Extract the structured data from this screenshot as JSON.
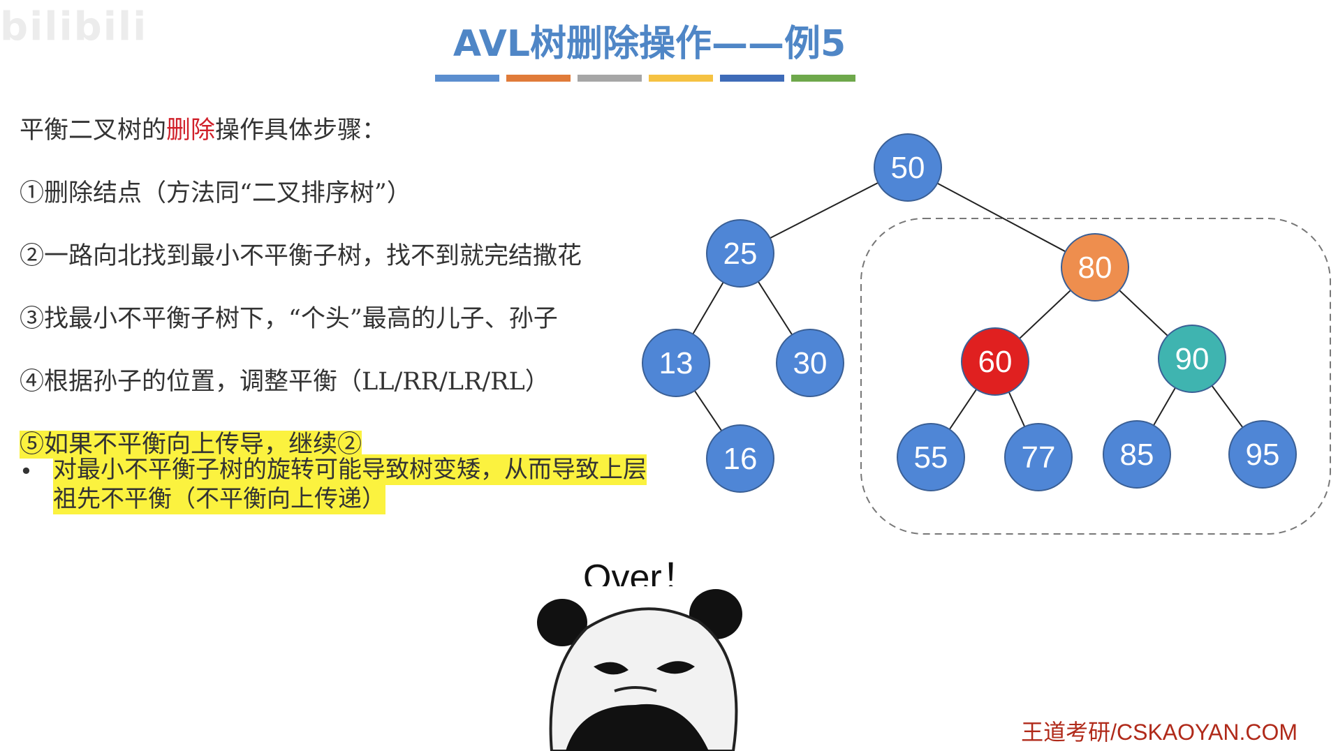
{
  "watermark": "bilibili",
  "title": "AVL树删除操作——例5",
  "title_bar_colors": [
    "#5b8ecf",
    "#e07b39",
    "#a6a6a6",
    "#f5c242",
    "#3e6bb8",
    "#6ea84b"
  ],
  "steps": {
    "intro_prefix": "平衡二叉树的",
    "intro_highlight": "删除",
    "intro_suffix": "操作具体步骤：",
    "step1": "①删除结点（方法同“二叉排序树”）",
    "step2": "②一路向北找到最小不平衡子树，找不到就完结撒花",
    "step3": "③找最小不平衡子树下，“个头”最高的儿子、孙子",
    "step4": "④根据孙子的位置，调整平衡（LL/RR/LR/RL）",
    "step5": "⑤如果不平衡向上传导，继续②",
    "note_bullet": "•",
    "note": "对最小不平衡子树的旋转可能导致树变矮，从而导致上层祖先不平衡（不平衡向上传递）"
  },
  "tree": {
    "nodes": [
      {
        "id": "50",
        "label": "50",
        "color": "#4f86d6"
      },
      {
        "id": "25",
        "label": "25",
        "color": "#4f86d6"
      },
      {
        "id": "80",
        "label": "80",
        "color": "#ee8e4e"
      },
      {
        "id": "13",
        "label": "13",
        "color": "#4f86d6"
      },
      {
        "id": "30",
        "label": "30",
        "color": "#4f86d6"
      },
      {
        "id": "60",
        "label": "60",
        "color": "#e02020"
      },
      {
        "id": "90",
        "label": "90",
        "color": "#3fb4b0"
      },
      {
        "id": "16",
        "label": "16",
        "color": "#4f86d6"
      },
      {
        "id": "55",
        "label": "55",
        "color": "#4f86d6"
      },
      {
        "id": "77",
        "label": "77",
        "color": "#4f86d6"
      },
      {
        "id": "85",
        "label": "85",
        "color": "#4f86d6"
      },
      {
        "id": "95",
        "label": "95",
        "color": "#4f86d6"
      }
    ],
    "edges": [
      [
        "50",
        "25"
      ],
      [
        "50",
        "80"
      ],
      [
        "25",
        "13"
      ],
      [
        "25",
        "30"
      ],
      [
        "13",
        "16"
      ],
      [
        "80",
        "60"
      ],
      [
        "80",
        "90"
      ],
      [
        "60",
        "55"
      ],
      [
        "60",
        "77"
      ],
      [
        "90",
        "85"
      ],
      [
        "90",
        "95"
      ]
    ]
  },
  "meme": {
    "caption": "Over！"
  },
  "footer": "王道考研/CSKAOYAN.COM"
}
